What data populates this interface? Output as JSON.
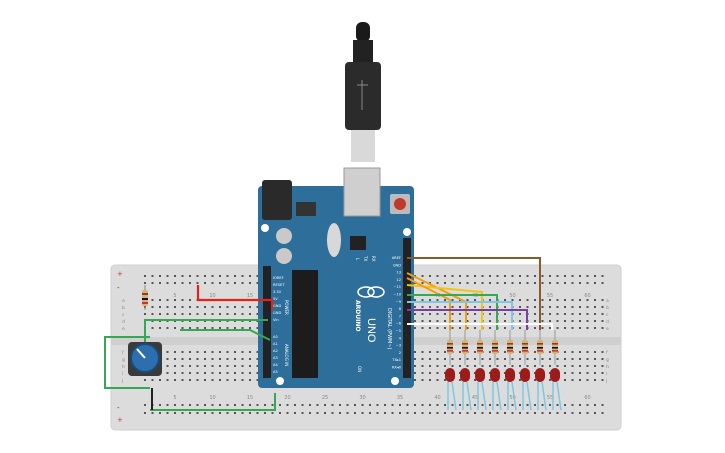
{
  "colors": {
    "background": "#ffffff",
    "breadboard": "#dcdcdc",
    "breadboard_edge": "#cfcfcf",
    "arduino_board": "#2d6e9a",
    "arduino_dark": "#1e4f73",
    "wire_red": "#e2231a",
    "wire_green": "#34a853",
    "wire_orange": "#f39c12",
    "wire_yellow": "#f2c40f",
    "wire_purple": "#7b3fa0",
    "wire_brown": "#8b5a2b",
    "wire_white": "#ffffff",
    "wire_light_blue": "#7ec8e3",
    "led_red": "#9e1b1b",
    "usb_cable": "#222222"
  },
  "breadboard": {
    "top_numbers": [
      "5",
      "10",
      "15",
      "20",
      "25",
      "30",
      "35",
      "40",
      "45",
      "50",
      "55",
      "60"
    ],
    "bottom_numbers": [
      "5",
      "10",
      "15",
      "20",
      "25",
      "30",
      "35",
      "40",
      "45",
      "50",
      "55",
      "60"
    ],
    "row_letters_left": [
      "a",
      "b",
      "c",
      "d",
      "e",
      "f",
      "g",
      "h",
      "i",
      "j"
    ],
    "row_letters_right": [
      "a",
      "b",
      "c",
      "d",
      "e",
      "f",
      "g",
      "h",
      "i",
      "j"
    ],
    "rail_plus": "+",
    "rail_minus": "-"
  },
  "arduino": {
    "brand": "ARDUINO",
    "model": "UNO",
    "digital_label": "DIGITAL (PWM~)",
    "power_label": "POWER",
    "analog_label": "ANALOG IN",
    "tx_label": "TX",
    "rx_label": "RX",
    "l_label": "L",
    "on_label": "ON",
    "power_pins": [
      "IOREF",
      "RESET",
      "3.3V",
      "5V",
      "GND",
      "GND",
      "Vin"
    ],
    "analog_pins": [
      "A0",
      "A1",
      "A2",
      "A3",
      "A4",
      "A5"
    ],
    "digital_pins": [
      "AREF",
      "GND",
      "13",
      "12",
      "~11",
      "~10",
      "~9",
      "8",
      "7",
      "~6",
      "~5",
      "4",
      "~3",
      "2",
      "TX▸1",
      "RX◂0"
    ]
  },
  "icons": [
    "usb-plug-icon",
    "potentiometer-icon",
    "resistor-icon",
    "led-icon",
    "reset-button-icon"
  ]
}
